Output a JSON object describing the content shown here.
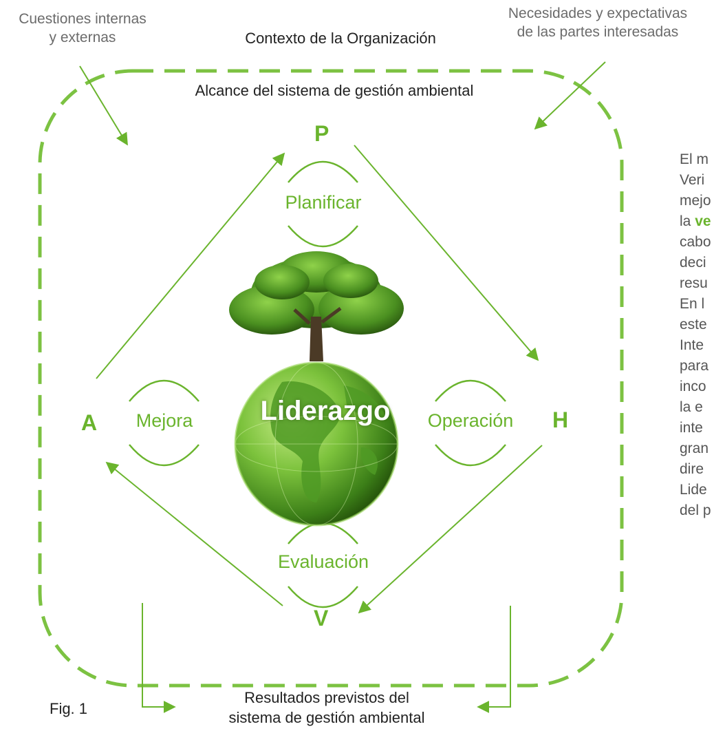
{
  "labels": {
    "cuestiones_line1": "Cuestiones internas",
    "cuestiones_line2": "y externas",
    "contexto": "Contexto de la Organización",
    "necesidades_line1": "Necesidades y expectativas",
    "necesidades_line2": "de las partes interesadas",
    "alcance": "Alcance del sistema de gestión ambiental",
    "resultados_line1": "Resultados previstos del",
    "resultados_line2": "sistema de gestión ambiental",
    "fig": "Fig. 1"
  },
  "cycle": {
    "p": "P",
    "h": "H",
    "v": "V",
    "a": "A",
    "planificar": "Planificar",
    "operacion": "Operación",
    "evaluacion": "Evaluación",
    "mejora": "Mejora",
    "center": "Liderazgo"
  },
  "side_text": [
    {
      "text": "El  m"
    },
    {
      "text": "Veri"
    },
    {
      "text": "mejo"
    },
    {
      "text": "la ",
      "highlight": "ve"
    },
    {
      "text": "cabo"
    },
    {
      "text": "deci"
    },
    {
      "text": "resu"
    },
    {
      "text": "En l"
    },
    {
      "text": "este"
    },
    {
      "text": "Inte"
    },
    {
      "text": "para"
    },
    {
      "text": "inco"
    },
    {
      "text": "la e"
    },
    {
      "text": "inte"
    },
    {
      "text": "gran"
    },
    {
      "text": "dire"
    },
    {
      "text": "Lide"
    },
    {
      "text": "del p"
    }
  ],
  "colors": {
    "accent": "#6ab42d",
    "dashed_border": "#7cc242",
    "arrow": "#6ab42d"
  },
  "icons": {
    "globe": "tree-on-green-globe"
  }
}
